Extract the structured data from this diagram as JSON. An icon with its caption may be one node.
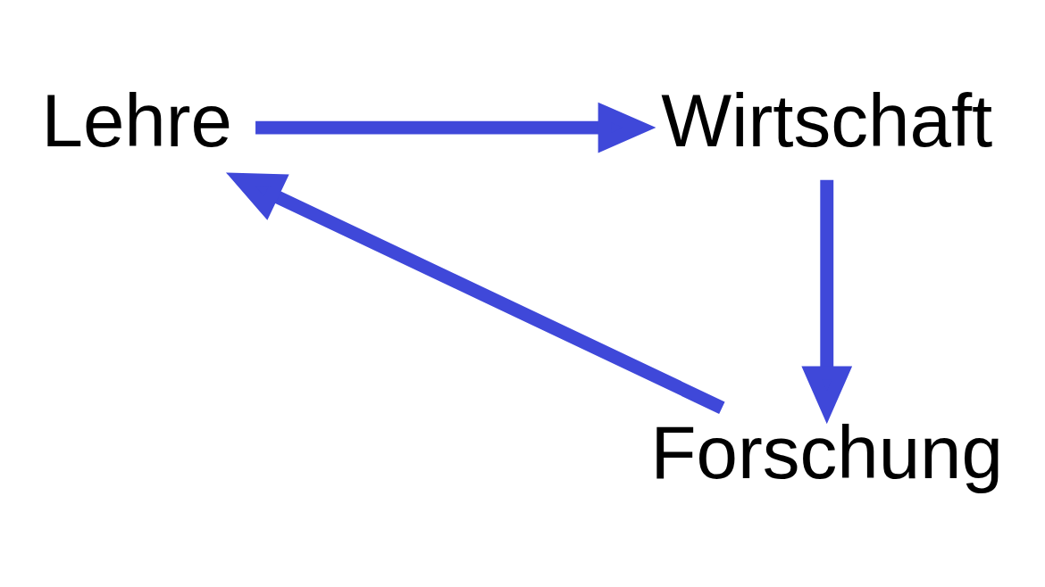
{
  "diagram": {
    "nodes": [
      {
        "text": [
          "Lehre"
        ]
      },
      {
        "text": [
          "Wirtschaft"
        ]
      },
      {
        "text": [
          "Forschung"
        ]
      }
    ],
    "edges": [
      {
        "from": 0,
        "to": 1,
        "arrow": "to"
      },
      {
        "from": 1,
        "to": 2,
        "arrow": "to"
      },
      {
        "from": 2,
        "to": 0,
        "arrow": "to"
      }
    ]
  }
}
